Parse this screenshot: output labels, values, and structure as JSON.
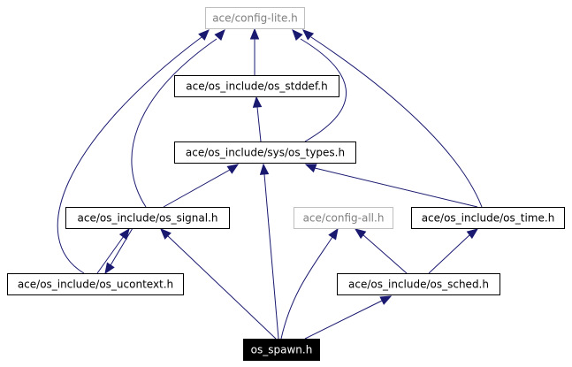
{
  "diagram": {
    "type": "include-dependency-graph",
    "colors": {
      "edge": "#191970",
      "node_border": "#000000",
      "node_border_muted": "#bfbfbf",
      "node_text": "#000000",
      "node_text_muted": "#7f7f7f",
      "root_fill": "#000000",
      "root_text": "#ffffff"
    },
    "nodes": [
      {
        "id": "config_lite",
        "label": "ace/config-lite.h",
        "style": "muted"
      },
      {
        "id": "os_stddef",
        "label": "ace/os_include/os_stddef.h",
        "style": "normal"
      },
      {
        "id": "sys_os_types",
        "label": "ace/os_include/sys/os_types.h",
        "style": "normal"
      },
      {
        "id": "os_signal",
        "label": "ace/os_include/os_signal.h",
        "style": "normal"
      },
      {
        "id": "config_all",
        "label": "ace/config-all.h",
        "style": "muted"
      },
      {
        "id": "os_time",
        "label": "ace/os_include/os_time.h",
        "style": "normal"
      },
      {
        "id": "os_ucontext",
        "label": "ace/os_include/os_ucontext.h",
        "style": "normal"
      },
      {
        "id": "os_sched",
        "label": "ace/os_include/os_sched.h",
        "style": "normal"
      },
      {
        "id": "os_spawn",
        "label": "os_spawn.h",
        "style": "root"
      }
    ],
    "edges": [
      {
        "from": "os_stddef",
        "to": "config_lite"
      },
      {
        "from": "sys_os_types",
        "to": "config_lite"
      },
      {
        "from": "os_signal",
        "to": "config_lite"
      },
      {
        "from": "os_ucontext",
        "to": "config_lite"
      },
      {
        "from": "os_time",
        "to": "config_lite"
      },
      {
        "from": "sys_os_types",
        "to": "os_stddef"
      },
      {
        "from": "os_signal",
        "to": "sys_os_types"
      },
      {
        "from": "os_time",
        "to": "sys_os_types"
      },
      {
        "from": "os_spawn",
        "to": "sys_os_types"
      },
      {
        "from": "os_ucontext",
        "to": "os_signal"
      },
      {
        "from": "os_signal",
        "to": "os_ucontext"
      },
      {
        "from": "os_spawn",
        "to": "os_signal"
      },
      {
        "from": "os_spawn",
        "to": "config_all"
      },
      {
        "from": "os_sched",
        "to": "config_all"
      },
      {
        "from": "os_sched",
        "to": "os_time"
      },
      {
        "from": "os_spawn",
        "to": "os_sched"
      }
    ]
  }
}
